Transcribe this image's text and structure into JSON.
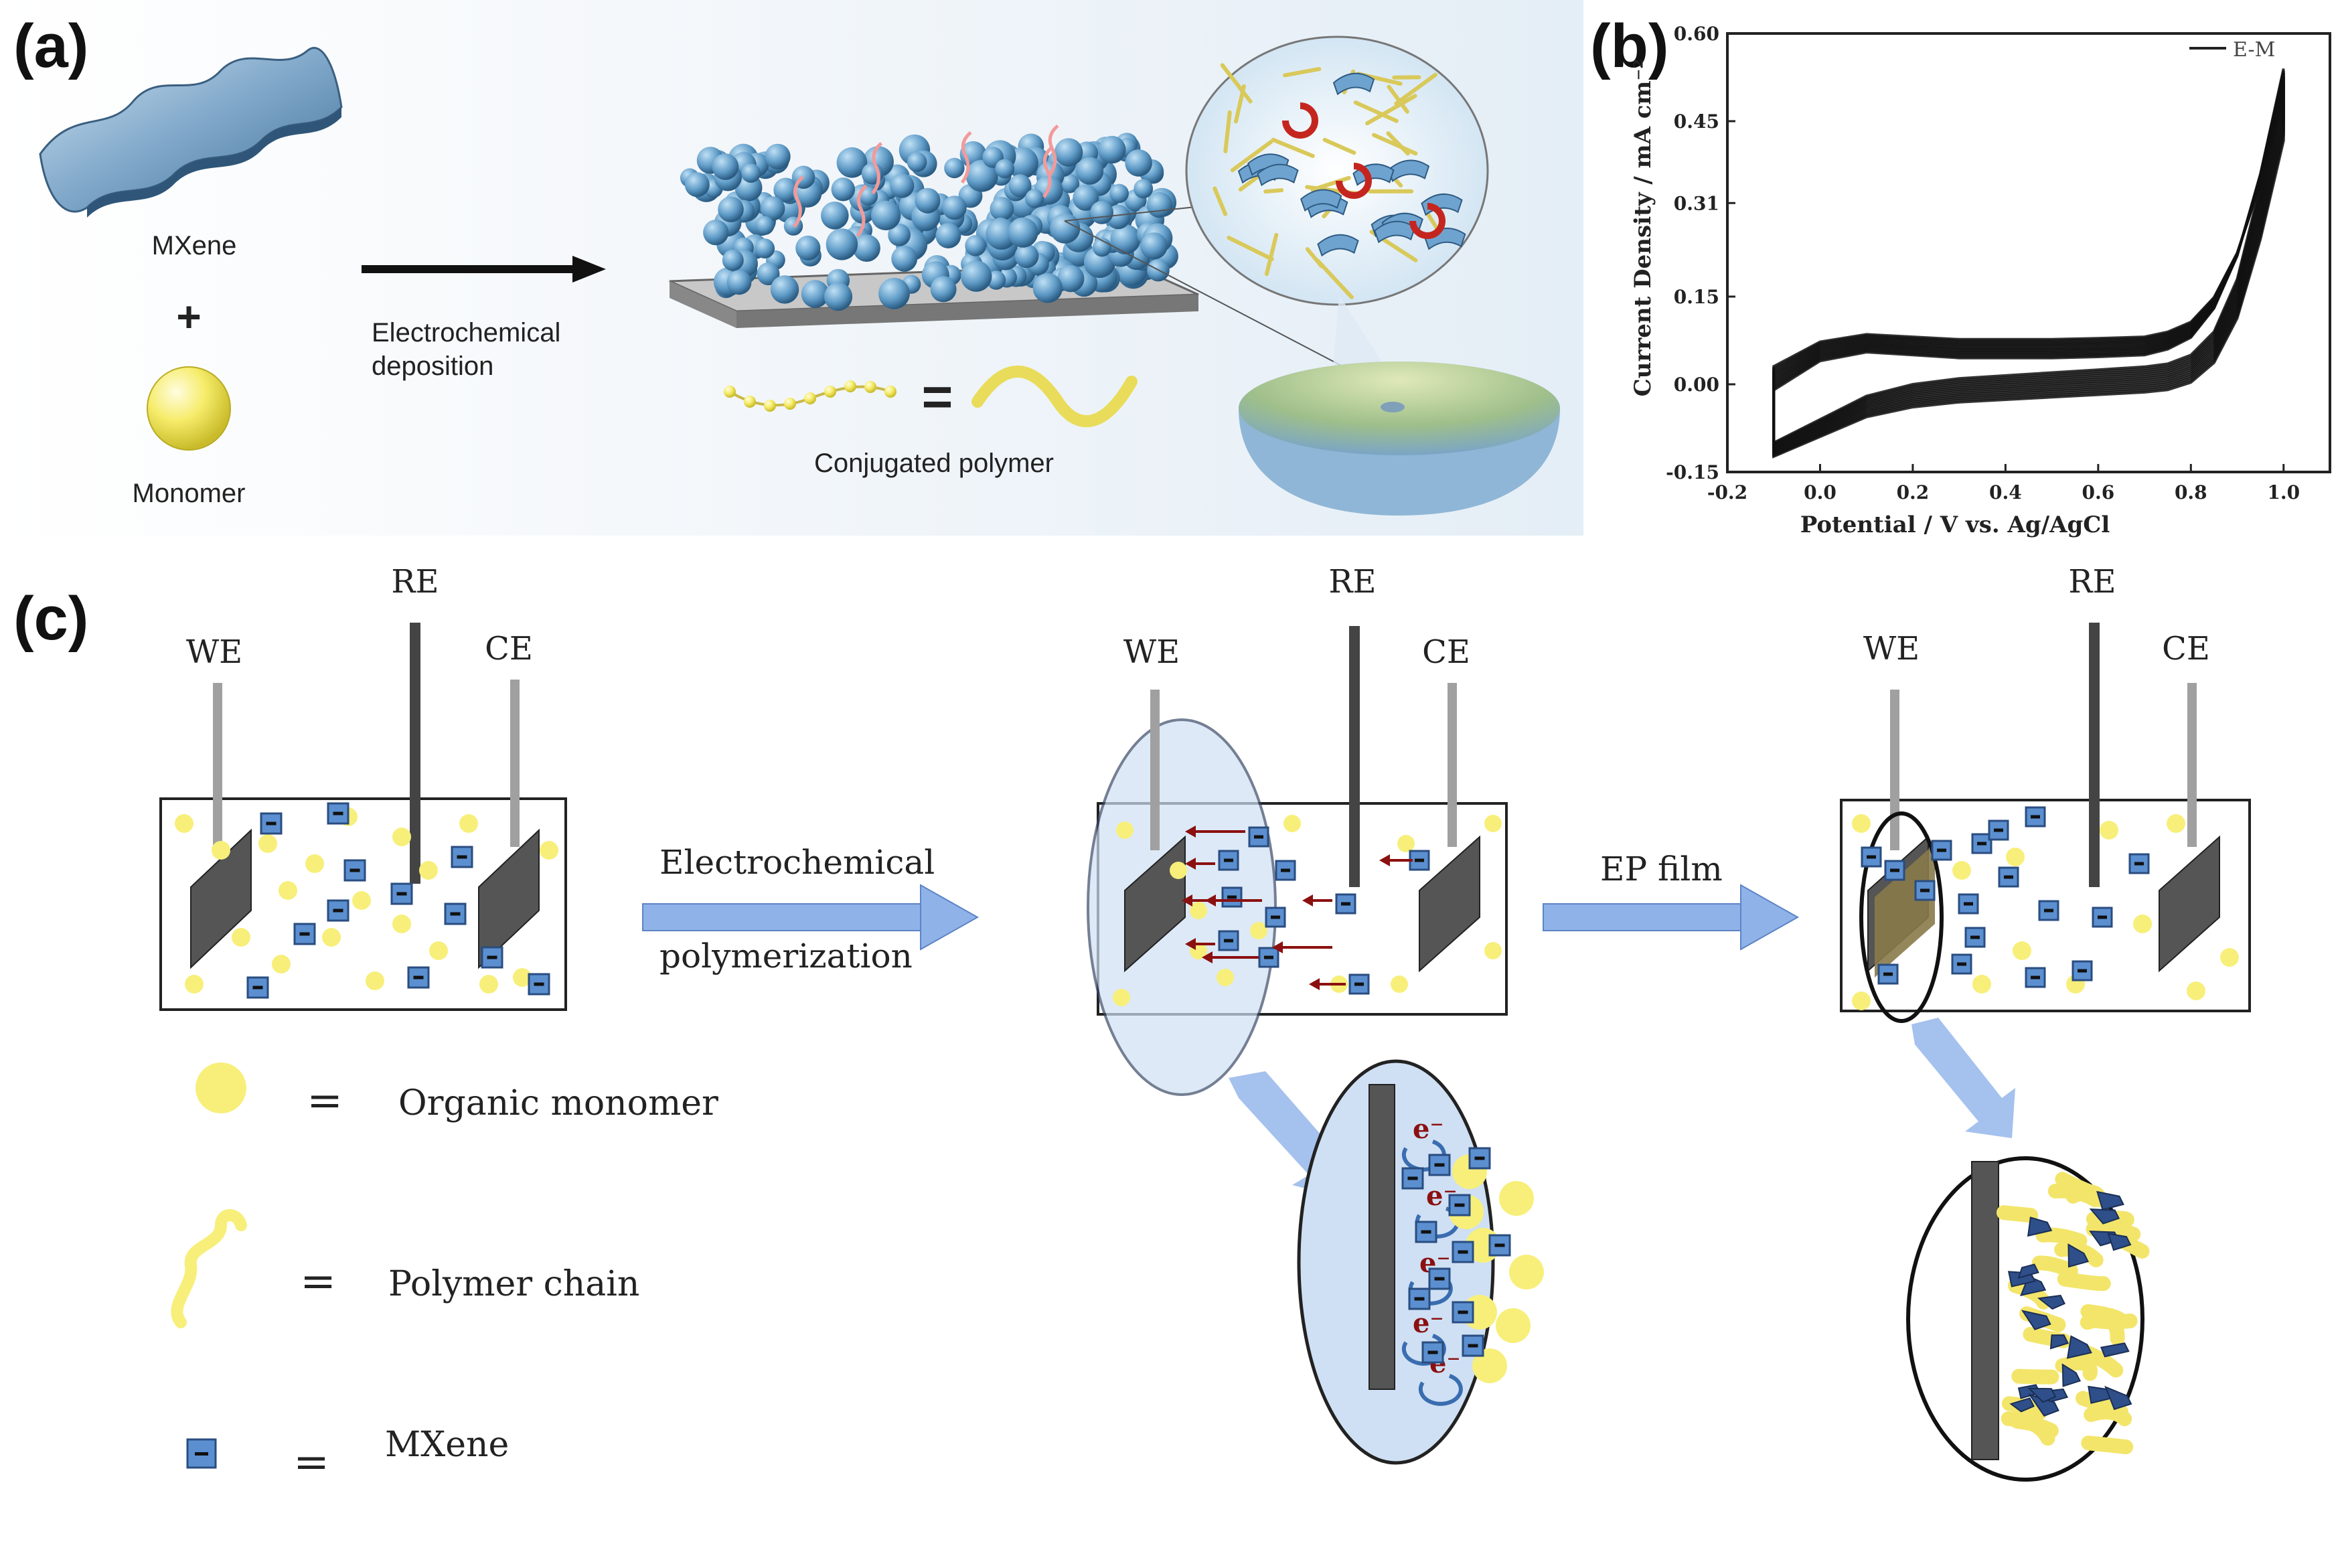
{
  "panel_a": {
    "label": "(a)",
    "mxene_label": "MXene",
    "plus": "+",
    "monomer_label": "Monomer",
    "arrow_label_1": "Electrochemical",
    "arrow_label_2": "deposition",
    "equals": "=",
    "polymer_label": "Conjugated polymer"
  },
  "panel_b": {
    "label": "(b)",
    "ylabel": "Current Density / mA cm⁻²",
    "xlabel": "Potential / V vs. Ag/AgCl",
    "legend": "E-M"
  },
  "chart_data": {
    "type": "line",
    "title": "",
    "xlabel": "Potential / V vs. Ag/AgCl",
    "ylabel": "Current Density / mA cm⁻²",
    "xlim": [
      -0.2,
      1.1
    ],
    "ylim": [
      -0.15,
      0.6
    ],
    "x_ticks": [
      "-0.2",
      "0.0",
      "0.2",
      "0.4",
      "0.6",
      "0.8",
      "1.0"
    ],
    "y_ticks": [
      "-0.15",
      "0.00",
      "0.15",
      "0.31",
      "0.45",
      "0.60"
    ],
    "legend_position": "top-right",
    "series": [
      {
        "name": "E-M",
        "color": "#111111",
        "upper_x": [
          -0.1,
          0.0,
          0.1,
          0.2,
          0.3,
          0.4,
          0.5,
          0.6,
          0.7,
          0.75,
          0.8,
          0.85,
          0.9,
          0.95,
          1.0
        ],
        "upper_y": [
          -0.01,
          0.04,
          0.055,
          0.05,
          0.045,
          0.045,
          0.045,
          0.047,
          0.05,
          0.06,
          0.08,
          0.13,
          0.22,
          0.36,
          0.54
        ],
        "lower_x": [
          1.0,
          0.95,
          0.9,
          0.85,
          0.8,
          0.75,
          0.7,
          0.6,
          0.5,
          0.4,
          0.3,
          0.2,
          0.1,
          0.0,
          -0.1
        ],
        "lower_y": [
          0.54,
          0.34,
          0.18,
          0.09,
          0.05,
          0.035,
          0.03,
          0.025,
          0.02,
          0.015,
          0.01,
          0.0,
          -0.02,
          -0.06,
          -0.1
        ]
      }
    ]
  },
  "panel_c": {
    "label": "(c)",
    "cells": [
      {
        "we": "WE",
        "re": "RE",
        "ce": "CE"
      },
      {
        "we": "WE",
        "re": "RE",
        "ce": "CE"
      },
      {
        "we": "WE",
        "re": "RE",
        "ce": "CE"
      }
    ],
    "arrow1_line1": "Electrochemical",
    "arrow1_line2": "polymerization",
    "arrow2_label": "EP film",
    "electron": "e⁻",
    "mxene_sign": "−",
    "legend": [
      {
        "equals": "=",
        "text": "Organic monomer"
      },
      {
        "equals": "=",
        "text": "Polymer chain"
      },
      {
        "equals": "=",
        "text": "MXene"
      }
    ]
  },
  "colors": {
    "mxene_blue": "#5b8fd0",
    "monomer_yellow": "#f7ef7a",
    "electrode_gray": "#555555",
    "arrow_blue": "#8fb2e8",
    "red_arrow": "#8b1010"
  }
}
